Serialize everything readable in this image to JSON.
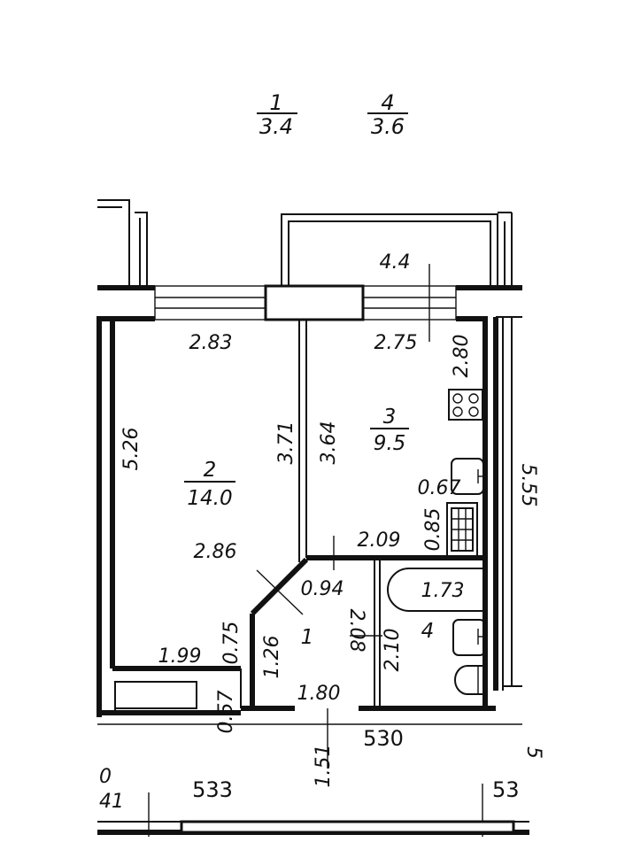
{
  "colors": {
    "line": "#111111",
    "paper": "#ffffff"
  },
  "legend": {
    "item1": {
      "number": "1",
      "area": "3.4"
    },
    "item2": {
      "number": "4",
      "area": "3.6"
    }
  },
  "rooms": {
    "room2": {
      "number": "2",
      "area": "14.0"
    },
    "room3": {
      "number": "3",
      "area": "9.5"
    },
    "room1": {
      "number": "1"
    },
    "room4": {
      "number": "4"
    }
  },
  "dimensions": {
    "balcony": "4.4",
    "room2_top": "2.83",
    "room3_top": "2.75",
    "room3_right": "2.80",
    "room2_left": "5.26",
    "room2_right": "3.71",
    "room3_left": "3.64",
    "room2_mid": "2.86",
    "niche_top": "0.67",
    "niche_side": "0.85",
    "room3_bottom": "2.09",
    "hall_diag": "0.94",
    "bath_top": "1.73",
    "hall_right": "2.08",
    "bath_left": "2.10",
    "room2_bottom": "1.99",
    "hall_step": "0.75",
    "hall_left": "1.26",
    "hall_bottom": "1.80",
    "entry_side": "0.57",
    "entry_depth": "1.51",
    "axis_mid": "530",
    "axis_left": "533",
    "edge_right": "5.55",
    "edge_left_a": "0",
    "edge_left_b": "41",
    "edge_bottom_right": "53",
    "edge_mid_right": "5"
  }
}
